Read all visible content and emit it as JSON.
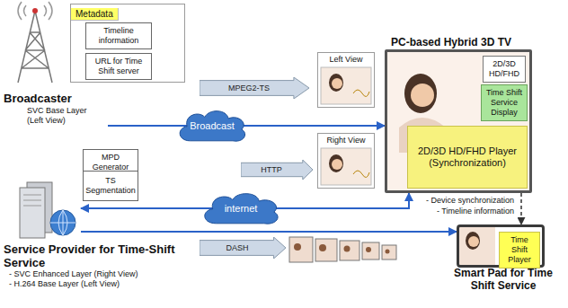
{
  "diagram": {
    "nodes": [
      {
        "text": [
          "Metadata"
        ]
      },
      {
        "text": [
          "Timeline information"
        ],
        "in": 0
      },
      {
        "text": [
          "URL for Time Shift server"
        ],
        "in": 0
      },
      {
        "text": [
          "Broadcaster",
          "SVC Base Layer (Left View)"
        ]
      },
      {
        "text": [
          "MPEG2-TS"
        ]
      },
      {
        "text": [
          "Left View"
        ]
      },
      {
        "text": [
          "Broadcast"
        ]
      },
      {
        "text": [
          "PC-based Hybrid 3D TV"
        ]
      },
      {
        "text": [
          "2D/3D HD/FHD"
        ],
        "in": 7
      },
      {
        "text": [
          "Time Shift Service Display"
        ],
        "in": 7
      },
      {
        "text": [
          "2D/3D HD/FHD Player (Synchronization)"
        ],
        "in": 7
      },
      {
        "text": [
          "MPD Generator"
        ]
      },
      {
        "text": [
          "TS Segmentation"
        ]
      },
      {
        "text": [
          "Service Provider for Time-Shift Service",
          "- SVC Enhanced Layer (Right View)",
          "- H.264 Base Layer (Left View)"
        ]
      },
      {
        "text": [
          "HTTP"
        ]
      },
      {
        "text": [
          "Right View"
        ]
      },
      {
        "text": [
          "internet"
        ]
      },
      {
        "text": [
          "DASH"
        ]
      },
      {
        "text": [
          "Smart Pad for Time Shift Service"
        ]
      },
      {
        "text": [
          "Time Shift Player"
        ],
        "in": 18
      }
    ],
    "edges": [
      {
        "from": 3,
        "to": 7,
        "arrow": "to"
      },
      {
        "from": 7,
        "to": 13,
        "arrow": "both"
      },
      {
        "from": 13,
        "to": 18,
        "arrow": "to"
      },
      {
        "from": 7,
        "to": 18,
        "arrow": "to"
      }
    ],
    "labels": [
      "- Device synchronization",
      "- Timeline information"
    ]
  }
}
